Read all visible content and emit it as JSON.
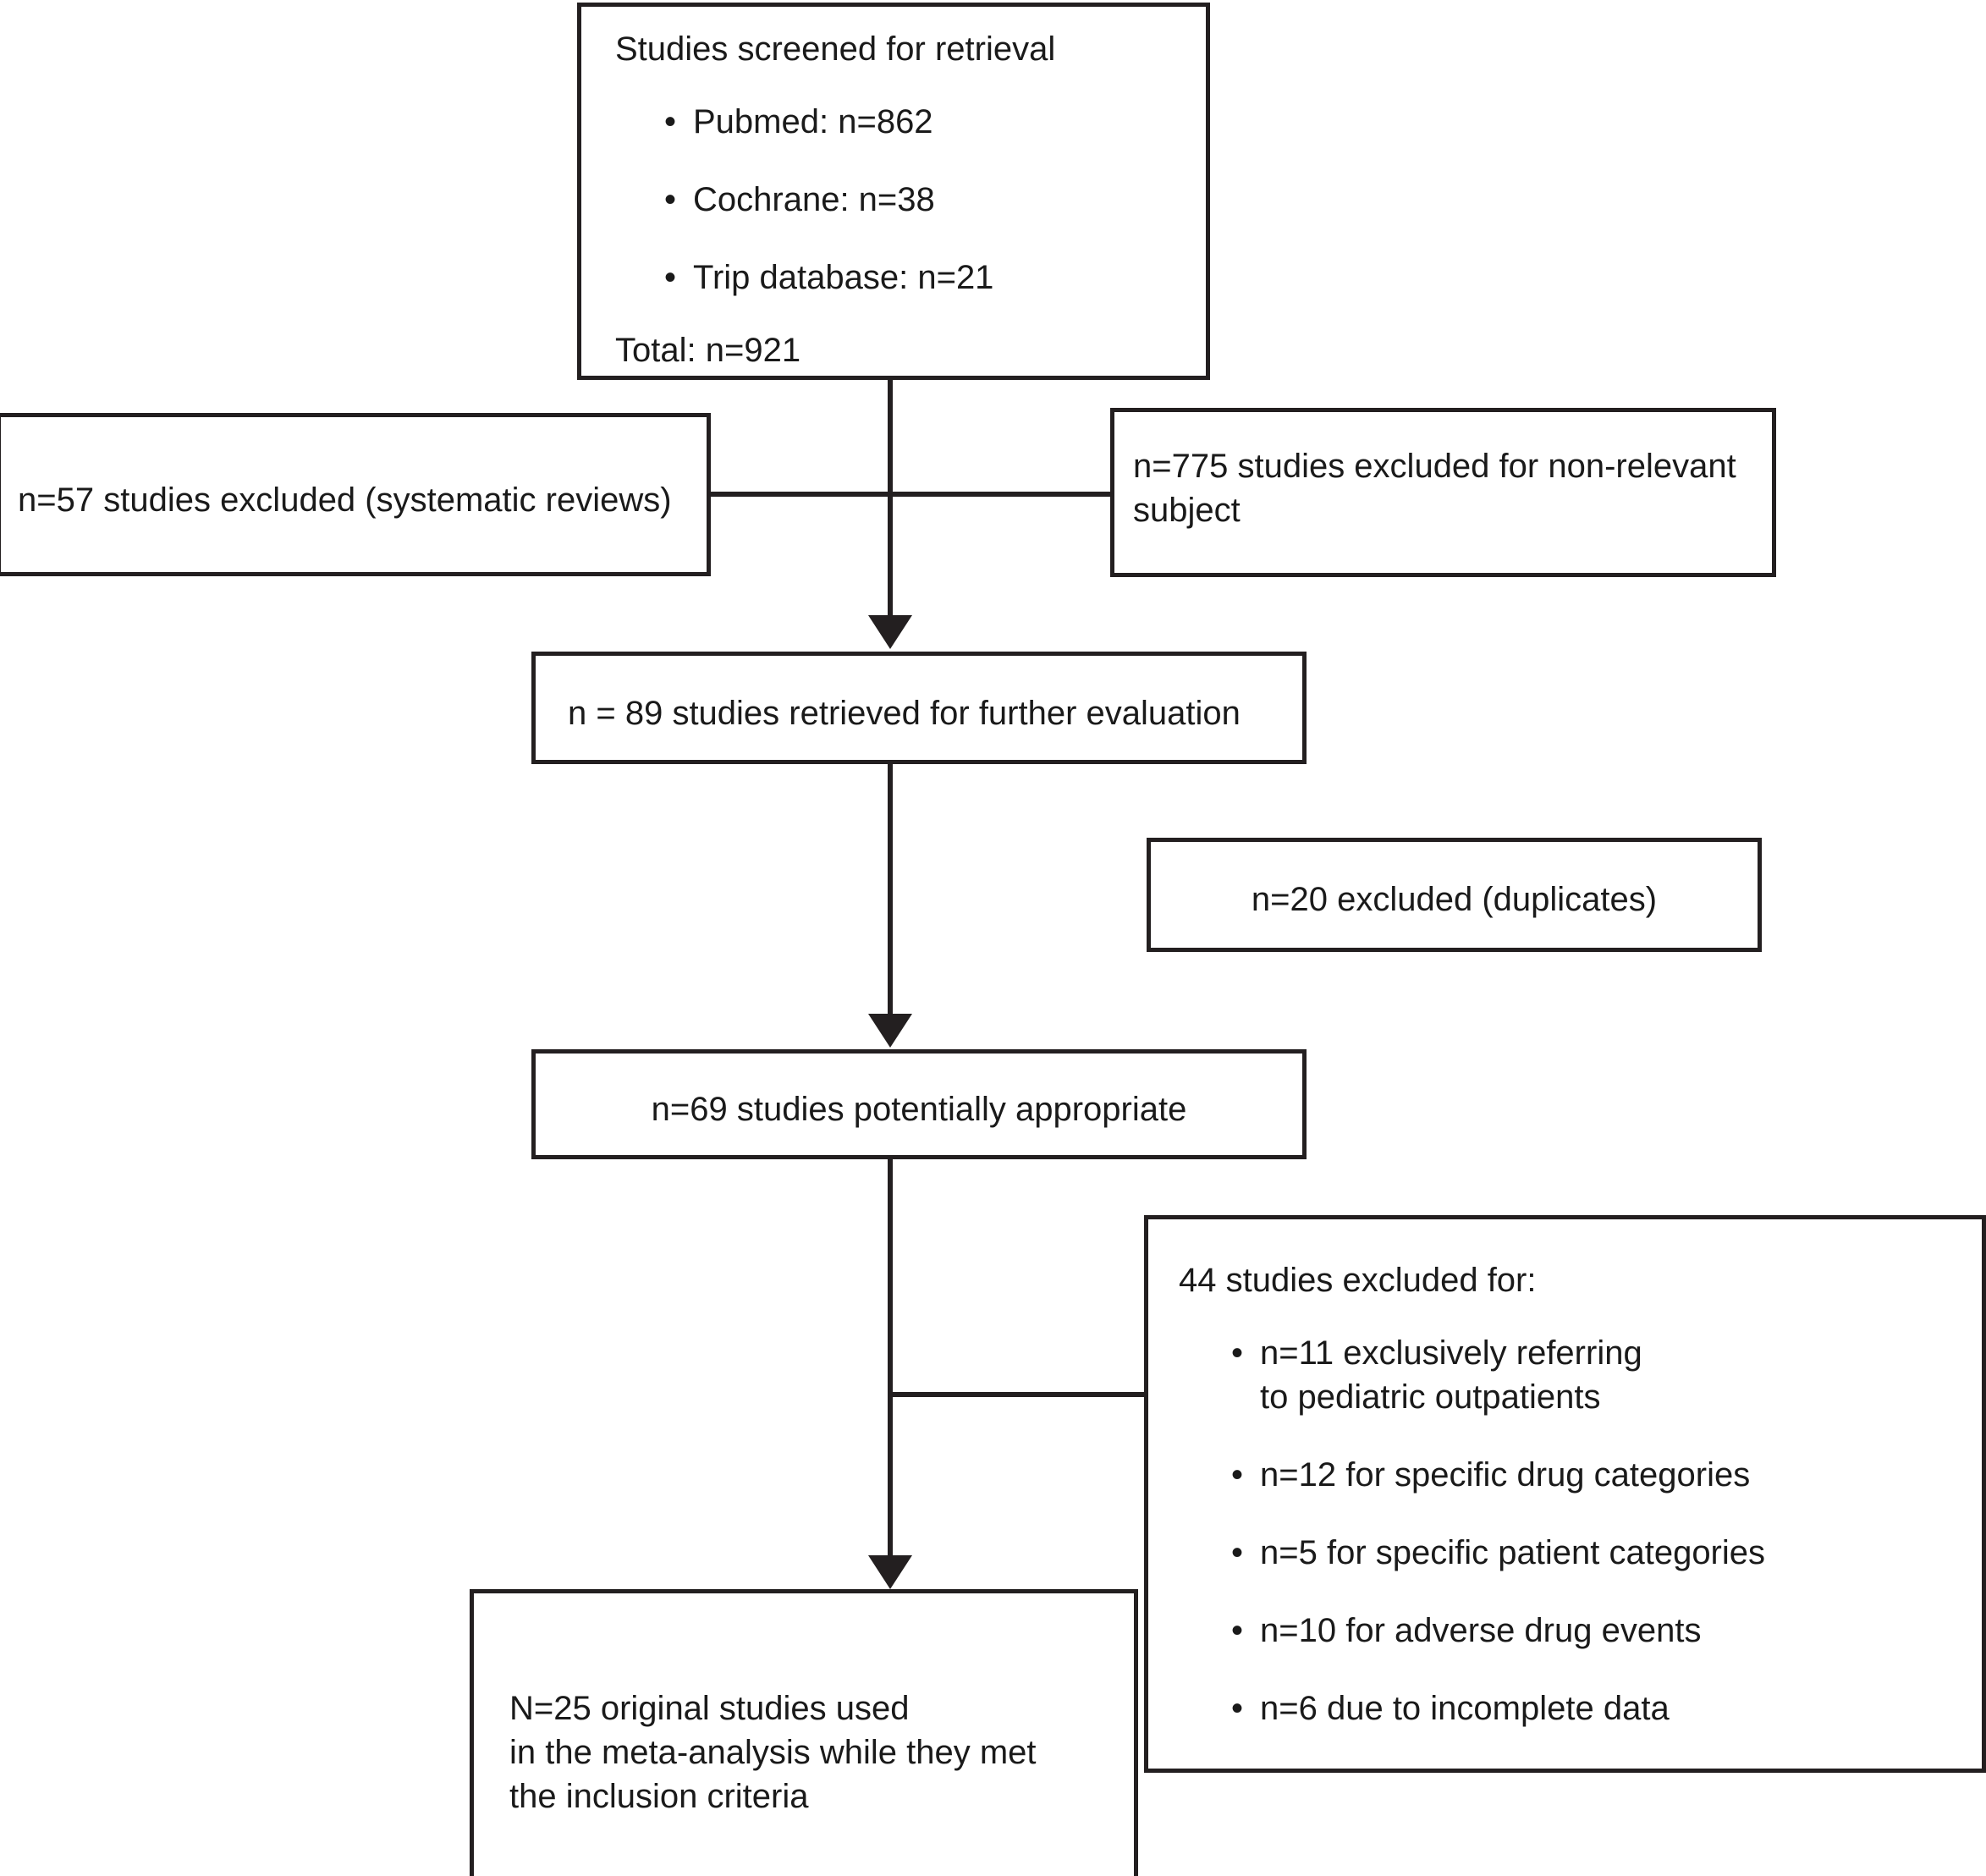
{
  "diagram": {
    "title": "Study selection flowchart",
    "stroke_color": "#231f20",
    "background_color": "#ffffff"
  },
  "nodes": {
    "screened": {
      "heading": "Studies screened for retrieval",
      "bullets": [
        "Pubmed: n=862",
        "Cochrane: n=38",
        "Trip database: n=21"
      ],
      "total": "Total: n=921"
    },
    "excluded_systematic_reviews": {
      "text": "n=57 studies excluded (systematic reviews)"
    },
    "excluded_non_relevant": {
      "line1": "n=775 studies excluded for non-relevant",
      "line2": "subject"
    },
    "retrieved": {
      "text": "n = 89 studies retrieved for further evaluation"
    },
    "excluded_duplicates": {
      "text": "n=20 excluded (duplicates)"
    },
    "potentially_appropriate": {
      "text": "n=69 studies potentially appropriate"
    },
    "excluded_44": {
      "heading": "44 studies excluded for:",
      "bullets": [
        "n=11 exclusively referring\n to pediatric outpatients",
        "n=12 for specific drug categories",
        "n=5 for specific patient categories",
        "n=10 for adverse drug events",
        "n=6 due to incomplete data"
      ]
    },
    "included": {
      "line1": "N=25 original studies used",
      "line2": "in the meta-analysis while they met",
      "line3": "the inclusion criteria"
    }
  },
  "chart_data": {
    "type": "diagram",
    "title": "PRISMA-style study selection flow",
    "stages": [
      {
        "id": "screened",
        "label": "Studies screened for retrieval",
        "n": 921
      },
      {
        "id": "retrieved",
        "label": "studies retrieved for further evaluation",
        "n": 89
      },
      {
        "id": "potentially_appropriate",
        "label": "studies potentially appropriate",
        "n": 69
      },
      {
        "id": "included",
        "label": "original studies used in the meta-analysis while they met the inclusion criteria",
        "n": 25
      }
    ],
    "sources": [
      {
        "name": "Pubmed",
        "n": 862
      },
      {
        "name": "Cochrane",
        "n": 38
      },
      {
        "name": "Trip database",
        "n": 21
      }
    ],
    "exclusions": [
      {
        "after": "screened",
        "reason": "systematic reviews",
        "n": 57
      },
      {
        "after": "screened",
        "reason": "non-relevant subject",
        "n": 775
      },
      {
        "after": "retrieved",
        "reason": "duplicates",
        "n": 20
      },
      {
        "after": "potentially_appropriate",
        "reason": "exclusively referring to pediatric outpatients",
        "n": 11
      },
      {
        "after": "potentially_appropriate",
        "reason": "specific drug categories",
        "n": 12
      },
      {
        "after": "potentially_appropriate",
        "reason": "specific patient categories",
        "n": 5
      },
      {
        "after": "potentially_appropriate",
        "reason": "adverse drug events",
        "n": 10
      },
      {
        "after": "potentially_appropriate",
        "reason": "incomplete data",
        "n": 6
      }
    ]
  }
}
